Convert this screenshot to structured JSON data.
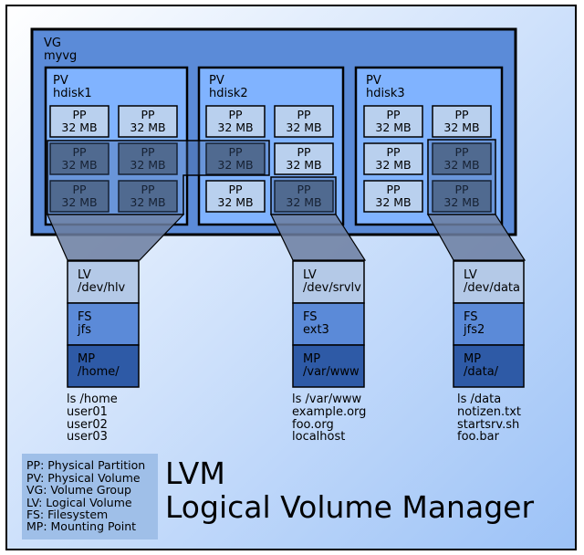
{
  "vg": {
    "label": "VG",
    "name": "myvg"
  },
  "pvs": [
    {
      "label": "PV",
      "name": "hdisk1"
    },
    {
      "label": "PV",
      "name": "hdisk2"
    },
    {
      "label": "PV",
      "name": "hdisk3"
    }
  ],
  "pp": {
    "label": "PP",
    "size": "32 MB"
  },
  "stacks": [
    {
      "lv": {
        "label": "LV",
        "name": "/dev/hlv"
      },
      "fs": {
        "label": "FS",
        "name": "jfs"
      },
      "mp": {
        "label": "MP",
        "name": "/home/"
      },
      "listing": [
        "ls /home",
        "user01",
        "user02",
        "user03"
      ]
    },
    {
      "lv": {
        "label": "LV",
        "name": "/dev/srvlv"
      },
      "fs": {
        "label": "FS",
        "name": "ext3"
      },
      "mp": {
        "label": "MP",
        "name": "/var/www"
      },
      "listing": [
        "ls /var/www",
        "example.org",
        "foo.org",
        "localhost"
      ]
    },
    {
      "lv": {
        "label": "LV",
        "name": "/dev/data"
      },
      "fs": {
        "label": "FS",
        "name": "jfs2"
      },
      "mp": {
        "label": "MP",
        "name": "/data/"
      },
      "listing": [
        "ls /data",
        "notizen.txt",
        "startsrv.sh",
        "foo.bar"
      ]
    }
  ],
  "legend": [
    "PP: Physical Partition",
    "PV: Physical Volume",
    "VG: Volume Group",
    "LV: Logical Volume",
    "FS: Filesystem",
    "MP: Mounting Point"
  ],
  "title": {
    "line1": "LVM",
    "line2": "Logical Volume Manager"
  },
  "colors": {
    "vg_fill": "#5b8bd8",
    "pv_fill": "#80b3ff",
    "pp_free": "#b9d0ee",
    "pp_used": "#5a7190",
    "lv_fill": "#b4c9e7",
    "fs_fill": "#5b8ad8",
    "mp_fill": "#2e5aa6",
    "funnel": "#6c7ea0",
    "legend_fill": "#9fbfe8"
  }
}
